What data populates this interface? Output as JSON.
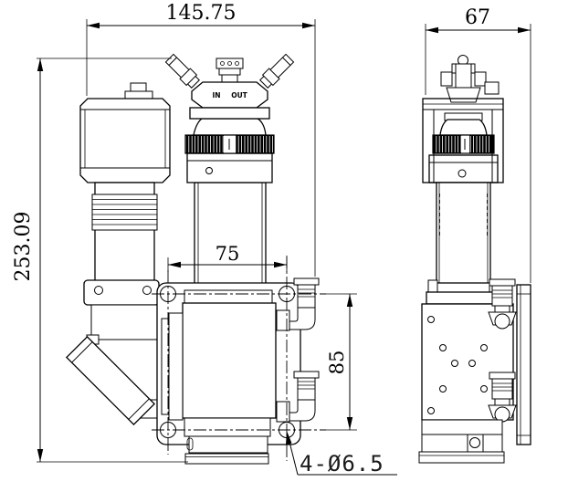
{
  "dimensions": {
    "overall_width": "145.75",
    "overall_height": "253.09",
    "side_view_width": "67",
    "mount_hole_spacing_x": "75",
    "mount_hole_spacing_y": "85",
    "mount_hole_callout": "4-Ø6.5"
  },
  "labels": {
    "port_in": "IN",
    "port_out": "OUT"
  },
  "colors": {
    "background": "#ffffff",
    "line": "#000000"
  }
}
